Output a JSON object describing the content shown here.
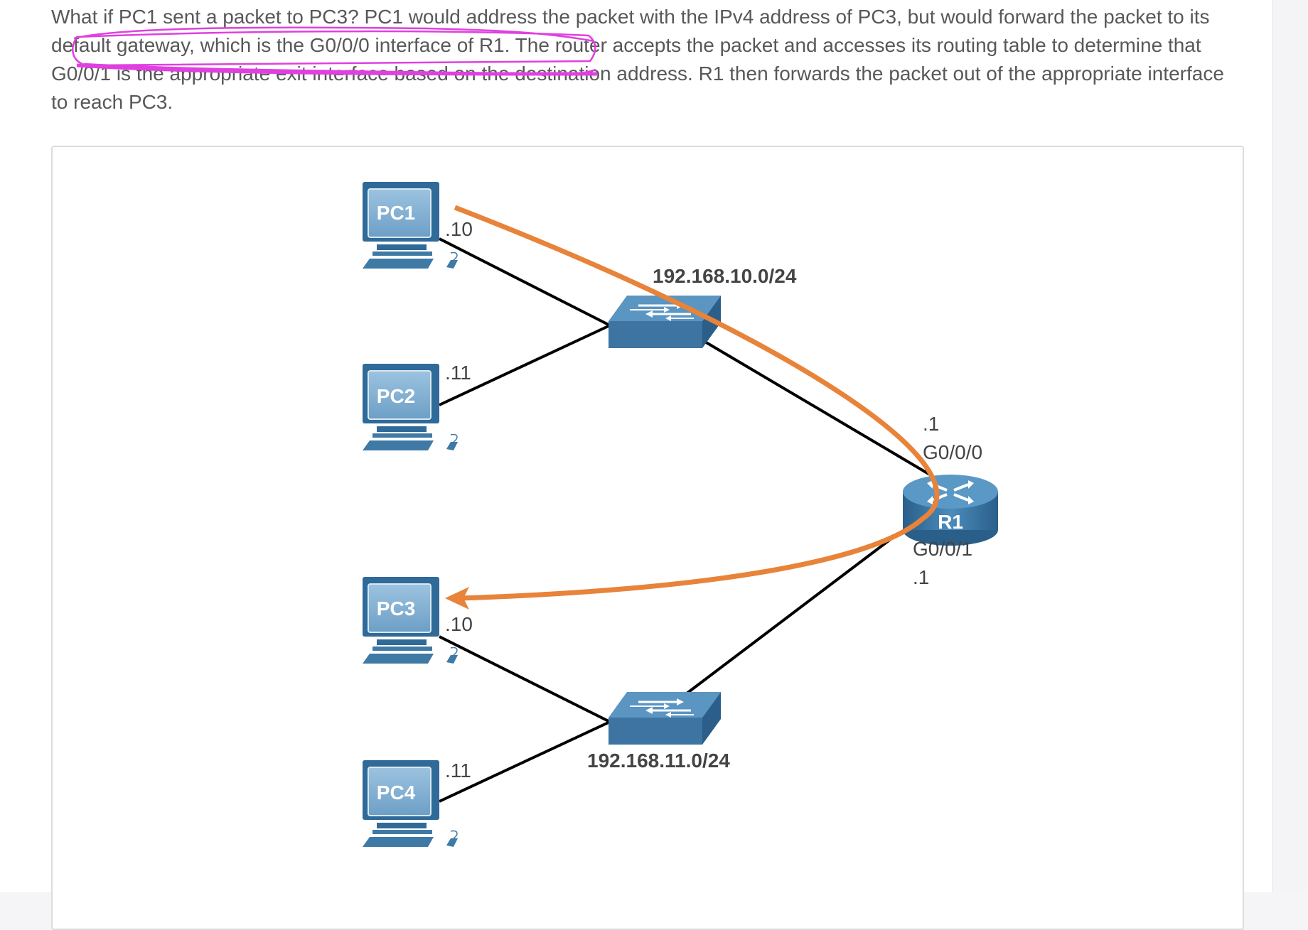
{
  "intro": {
    "text": "What if PC1 sent a packet to PC3? PC1 would address the packet with the IPv4 address of PC3, but would forward the packet to its default gateway, which is the G0/0/0 interface of R1. The router accepts the packet and accesses its routing table to determine that G0/0/1 is the appropriate exit interface based on the destination address. R1 then forwards the packet out of the appropriate interface to reach PC3."
  },
  "diagram": {
    "pcs": [
      {
        "name": "PC1",
        "host": ".10"
      },
      {
        "name": "PC2",
        "host": ".11"
      },
      {
        "name": "PC3",
        "host": ".10"
      },
      {
        "name": "PC4",
        "host": ".11"
      }
    ],
    "networks": {
      "top": "192.168.10.0/24",
      "bottom": "192.168.11.0/24"
    },
    "router": {
      "name": "R1",
      "g000_host": ".1",
      "g000_name": "G0/0/0",
      "g001_name": "G0/0/1",
      "g001_host": ".1"
    }
  },
  "colors": {
    "path_arrow": "#e8833a",
    "annotation": "#e040e0",
    "device_blue": "#3f7aa6"
  }
}
